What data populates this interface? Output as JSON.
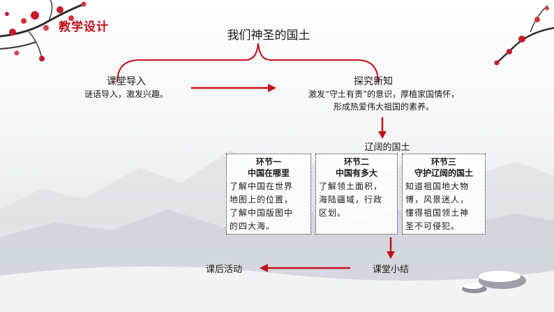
{
  "header": {
    "tag": "教学设计",
    "title": "我们神圣的国土"
  },
  "colors": {
    "accent": "#c0101a",
    "text": "#1a1a1a"
  },
  "nodes": {
    "intro": {
      "title": "课堂导入",
      "desc": "谜语导入，激发兴趣。"
    },
    "explore": {
      "title": "探究新知",
      "desc_line1": "激发“守土有责”的意识，厚植家国情怀，",
      "desc_line2": "形成热爱伟大祖国的素养。"
    },
    "vast": {
      "title": "辽阔的国土"
    },
    "summary": {
      "title": "课堂小结"
    },
    "after": {
      "title": "课后活动"
    }
  },
  "sections": [
    {
      "label": "环节一",
      "title": "中国在哪里",
      "lines": [
        "了解中国在世界",
        "地图上的位置，",
        "了解中国版图中",
        "的四大海。"
      ]
    },
    {
      "label": "环节二",
      "title": "中国有多大",
      "lines": [
        "了解领土面积，",
        "海陆疆域，行政",
        "区划。"
      ]
    },
    {
      "label": "环节三",
      "title": "守护辽阔的国土",
      "lines": [
        "知道祖国地大物",
        "博，风景迷人，",
        "懂得祖国领土神",
        "圣不可侵犯。"
      ]
    }
  ]
}
